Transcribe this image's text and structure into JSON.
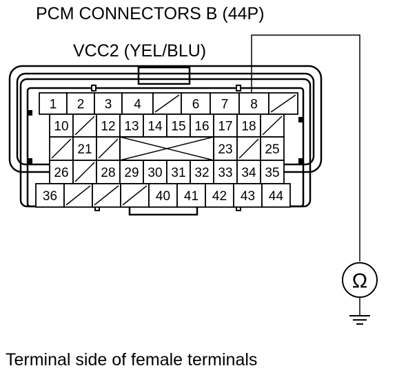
{
  "title": "PCM CONNECTORS B (44P)",
  "wire_label": "VCC2 (YEL/BLU)",
  "caption": "Terminal side of female terminals",
  "meter_symbol": "Ω",
  "highlight_terminal": "8",
  "connector": {
    "rows": [
      [
        "1",
        "2",
        "3",
        "4",
        "",
        "6",
        "7",
        "8",
        ""
      ],
      [
        "10",
        "",
        "12",
        "13",
        "14",
        "15",
        "16",
        "17",
        "18",
        ""
      ],
      [
        "",
        "21",
        "",
        "",
        "",
        "",
        "",
        "23",
        "",
        "25"
      ],
      [
        "26",
        "",
        "28",
        "29",
        "30",
        "31",
        "32",
        "33",
        "34",
        "35"
      ],
      [
        "36",
        "",
        "",
        "",
        "40",
        "41",
        "42",
        "43",
        "44"
      ]
    ]
  }
}
